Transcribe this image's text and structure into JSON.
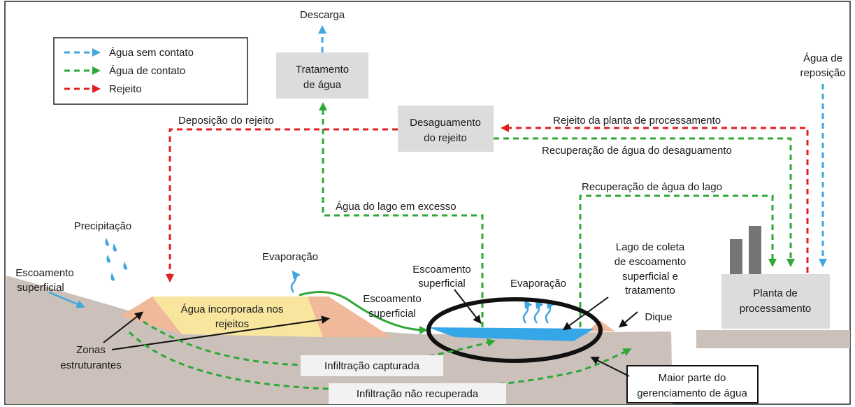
{
  "legend": {
    "items": [
      {
        "label": "Água sem contato",
        "color": "#3fa6e0"
      },
      {
        "label": "Água de contato",
        "color": "#2ea836"
      },
      {
        "label": "Rejeito",
        "color": "#e02020"
      }
    ]
  },
  "boxes": {
    "water_treatment": [
      "Tratamento",
      "de água"
    ],
    "dewatering": [
      "Desaguamento",
      "do rejeito"
    ],
    "processing_plant": [
      "Planta de",
      "processamento"
    ],
    "water_management": [
      "Maior parte do",
      "gerenciamento de água"
    ],
    "infiltration_captured": "Infiltração capturada",
    "infiltration_unrecovered": "Infiltração não recuperada",
    "incorporated_water": [
      "Água incorporada nos",
      "rejeitos"
    ]
  },
  "labels": {
    "discharge": "Descarga",
    "makeup_water": [
      "Água de",
      "reposição"
    ],
    "tailings_deposition": "Deposição do rejeito",
    "plant_tailings": "Rejeito da planta de processamento",
    "dewatering_recovery": "Recuperação de água do desaguamento",
    "pond_recovery": "Recuperação de água do lago",
    "excess_pond_water": "Água do lago em excesso",
    "precipitation": "Precipitação",
    "runoff_left": [
      "Escoamento",
      "superficial"
    ],
    "evaporation_left": "Evaporação",
    "runoff_mid": [
      "Escoamento",
      "superficial"
    ],
    "runoff_top": [
      "Escoamento",
      "superficial"
    ],
    "evaporation_pond": "Evaporação",
    "collection_pond": [
      "Lago de coleta",
      "de escoamento",
      "superficial e",
      "tratamento"
    ],
    "dike": "Dique",
    "structural_zones": [
      "Zonas",
      "estruturantes"
    ]
  },
  "colors": {
    "ground": "#ccc0bb",
    "embankment": "#efb99a",
    "tailings": "#f8e69e",
    "pond": "#35a7e8",
    "box": "#dcdcdc",
    "non_contact": "#3fa6e0",
    "contact": "#2ea836",
    "tailings_line": "#e02020",
    "building": "#757575"
  }
}
